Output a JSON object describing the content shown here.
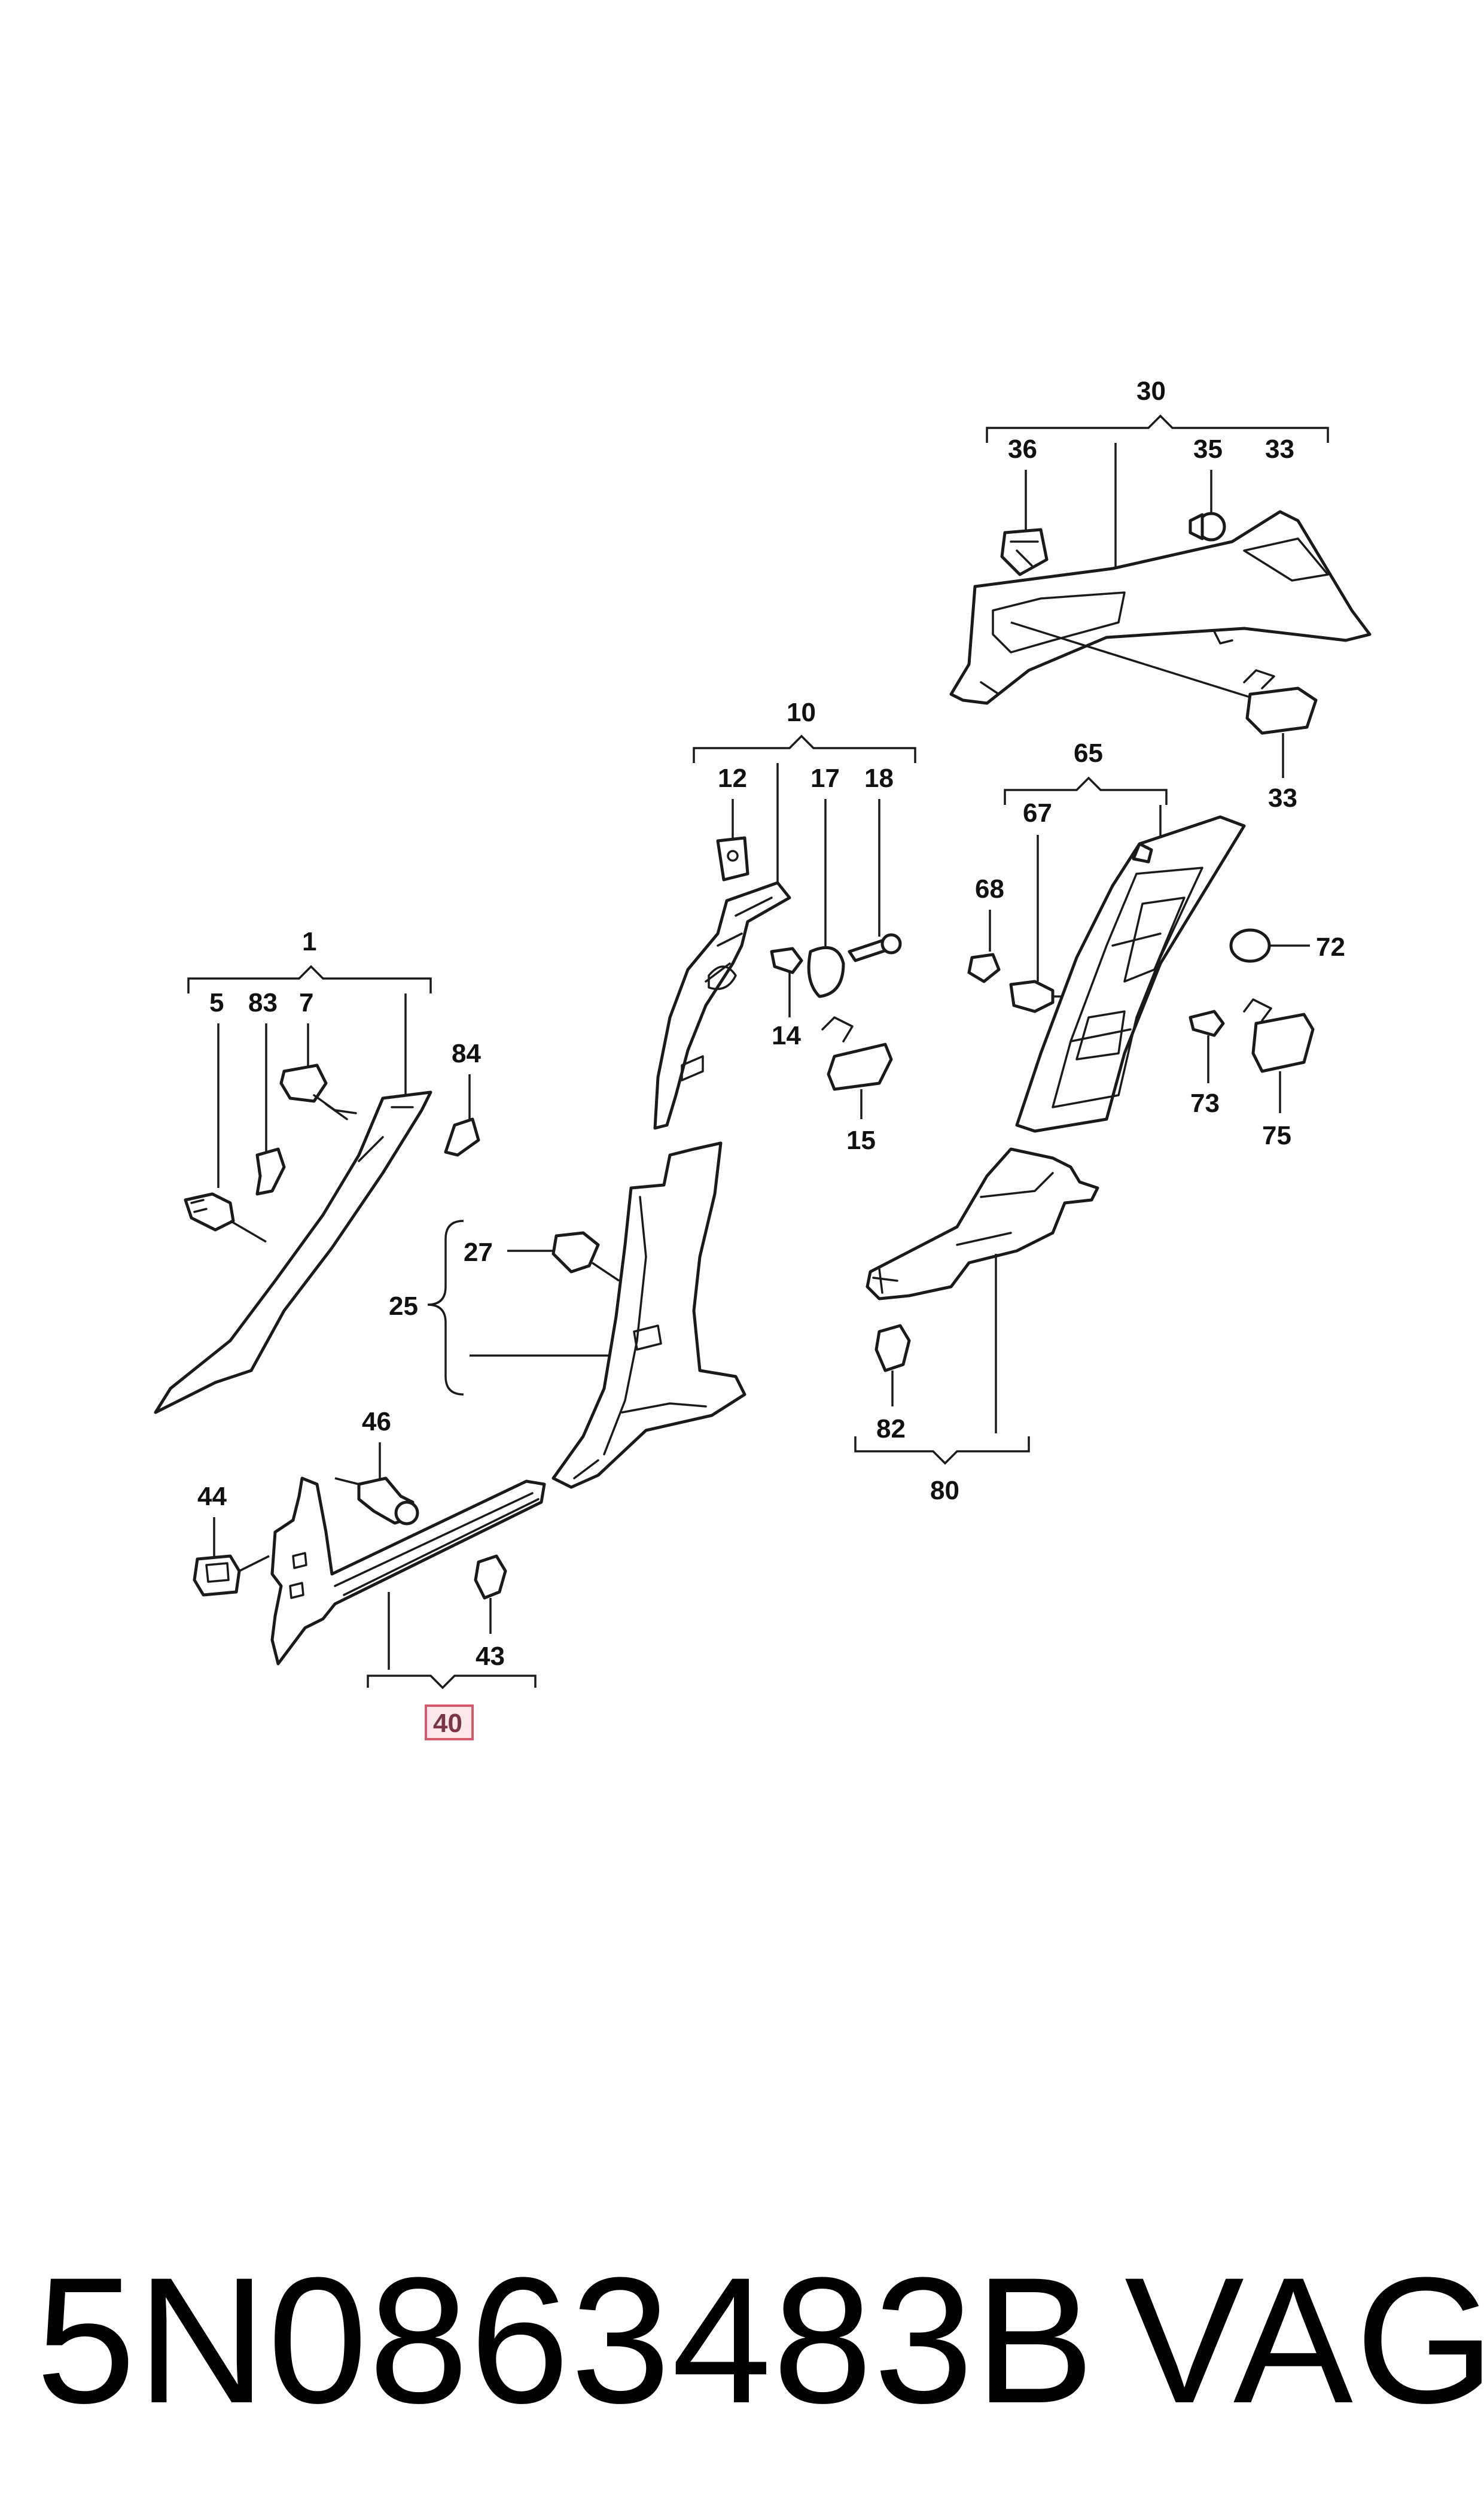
{
  "callouts": {
    "c1": "1",
    "c5": "5",
    "c83": "83",
    "c7": "7",
    "c84": "84",
    "c10": "10",
    "c12": "12",
    "c17": "17",
    "c18": "18",
    "c14": "14",
    "c15": "15",
    "c30": "30",
    "c36": "36",
    "c35": "35",
    "c33a": "33",
    "c33b": "33",
    "c65": "65",
    "c67": "67",
    "c68": "68",
    "c72": "72",
    "c73": "73",
    "c75": "75",
    "c27": "27",
    "c25": "25",
    "c80": "80",
    "c82": "82",
    "c46": "46",
    "c44": "44",
    "c43": "43",
    "c40": "40"
  },
  "highlighted_callout": "40",
  "highlight_colors": {
    "fill": "#fbe7ea",
    "border": "#d45a6c",
    "text": "#7a3646"
  },
  "footer": {
    "part_number": "5N0863483B",
    "brand": "VAG"
  }
}
